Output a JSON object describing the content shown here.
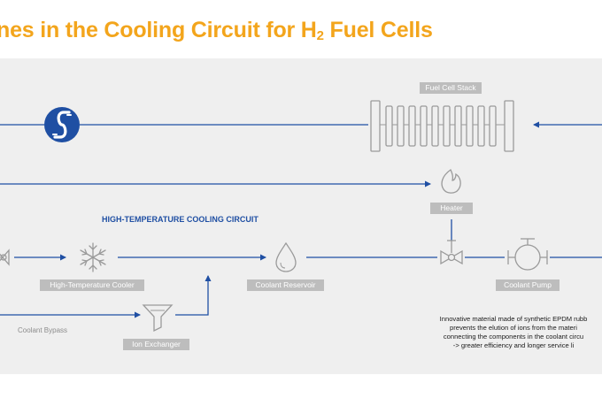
{
  "title": {
    "text_main": "nes in the Cooling Circuit for H",
    "subscript": "2",
    "text_end": " Fuel Cells"
  },
  "circuit_label": "HIGH-TEMPERATURE COOLING CIRCUIT",
  "bypass_label": "Coolant Bypass",
  "components": {
    "fuel_cell_stack": "Fuel Cell Stack",
    "heater": "Heater",
    "high_temperature_cooler": "High-Temperature Cooler",
    "coolant_reservoir": "Coolant Reservoir",
    "coolant_pump": "Coolant Pump",
    "ion_exchanger": "Ion Exchanger"
  },
  "note_lines": [
    "Innovative material made of synthetic EPDM rubb",
    "prevents the elution of ions from the materi",
    "connecting the components in the coolant circu",
    "-> greater efficiency and longer service li"
  ],
  "colors": {
    "title": "#f3a51c",
    "line": "#1f4fa3",
    "icon": "#9a9a9a",
    "label_bg": "#bdbdbd",
    "panel_bg": "#efefef"
  }
}
